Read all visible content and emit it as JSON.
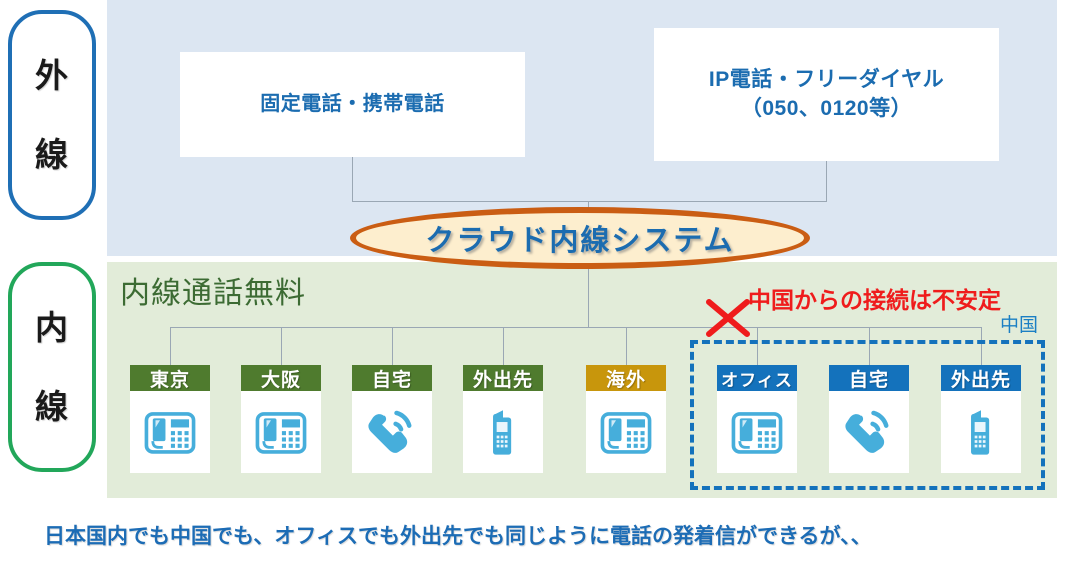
{
  "side_labels": {
    "outer": {
      "chars": [
        "外",
        "線"
      ],
      "border_color": "#1f6fb5"
    },
    "inner": {
      "chars": [
        "内",
        "線"
      ],
      "border_color": "#22a75a"
    }
  },
  "outer_section": {
    "background": "#dce6f2",
    "boxes": [
      {
        "name": "fixed-mobile",
        "lines": [
          "固定電話・携帯電話"
        ]
      },
      {
        "name": "ip-phone",
        "lines": [
          "IP電話・フリーダイヤル",
          "（050、0120等）"
        ]
      }
    ]
  },
  "cloud": {
    "label": "クラウド内線システム",
    "fill": "#fdeece",
    "border": "#ca5d13",
    "text_color": "#1b6cb0"
  },
  "inner_section": {
    "background": "#e2ecd9",
    "title": "内線通話無料",
    "title_color": "#3c6b33",
    "devices": [
      {
        "name": "tokyo",
        "label": "東京",
        "icon": "desk-phone-icon",
        "cap_color": "#4f7b2e",
        "region": "japan"
      },
      {
        "name": "osaka",
        "label": "大阪",
        "icon": "desk-phone-icon",
        "cap_color": "#4f7b2e",
        "region": "japan"
      },
      {
        "name": "home",
        "label": "自宅",
        "icon": "handset-waves-icon",
        "cap_color": "#4f7b2e",
        "region": "japan"
      },
      {
        "name": "outside",
        "label": "外出先",
        "icon": "mobile-phone-icon",
        "cap_color": "#4f7b2e",
        "region": "japan"
      },
      {
        "name": "overseas",
        "label": "海外",
        "icon": "desk-phone-icon",
        "cap_color": "#c8960c",
        "region": "japan"
      },
      {
        "name": "cn-office",
        "label": "オフィス",
        "icon": "desk-phone-icon",
        "cap_color": "#1472bc",
        "region": "china"
      },
      {
        "name": "cn-home",
        "label": "自宅",
        "icon": "handset-waves-icon",
        "cap_color": "#1472bc",
        "region": "china"
      },
      {
        "name": "cn-outside",
        "label": "外出先",
        "icon": "mobile-phone-icon",
        "cap_color": "#1472bc",
        "region": "china"
      }
    ]
  },
  "china_region": {
    "label": "中国",
    "label_color": "#1b7fc4",
    "dash_color": "#1472bc",
    "warning": "中国からの接続は不安定",
    "warning_color": "#ef1c1c",
    "x_mark": "x-mark-icon"
  },
  "footer": {
    "note": "日本国内でも中国でも、オフィスでも外出先でも同じように電話の発着信ができるが、、",
    "color": "#1c6cb5"
  }
}
